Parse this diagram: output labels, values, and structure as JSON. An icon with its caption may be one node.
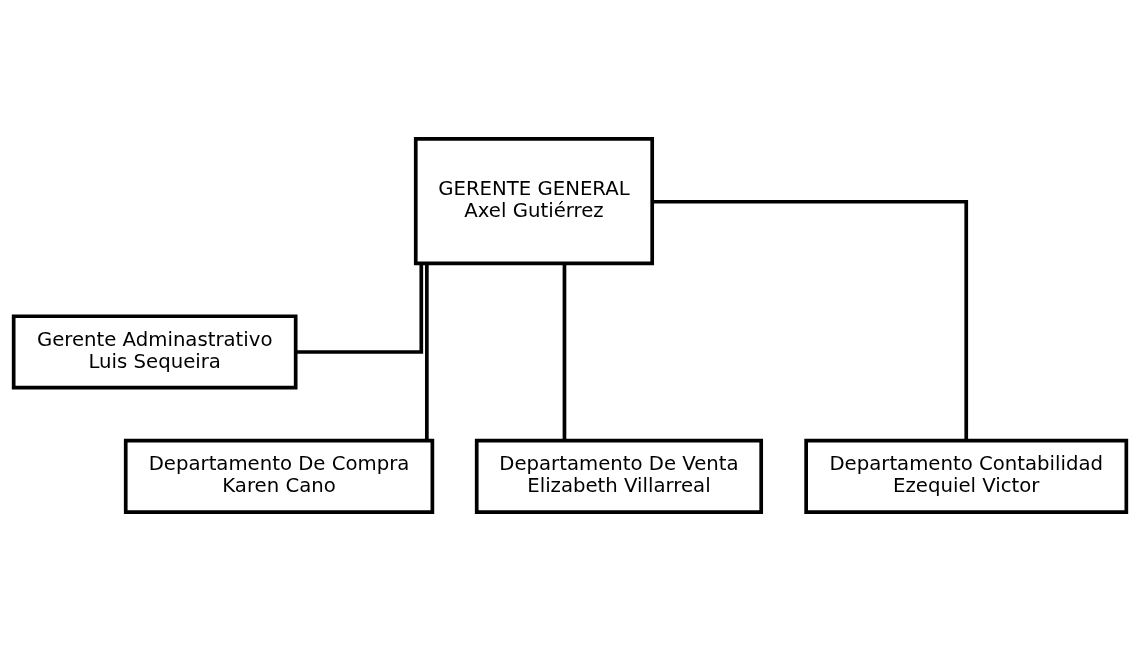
{
  "diagram": {
    "nodes": [
      {
        "text": [
          "GERENTE GENERAL",
          "Axel Gutiérrez"
        ]
      },
      {
        "text": [
          "Gerente Adminastrativo",
          "Luis Sequeira"
        ]
      },
      {
        "text": [
          "Departamento De Compra",
          "Karen Cano"
        ]
      },
      {
        "text": [
          "Departamento De Venta",
          "Elizabeth Villarreal"
        ]
      },
      {
        "text": [
          "Departamento Contabilidad",
          "Ezequiel Victor"
        ]
      }
    ],
    "edges": [
      {
        "from": 0,
        "to": 1,
        "arrow": "none"
      },
      {
        "from": 0,
        "to": 2,
        "arrow": "none"
      },
      {
        "from": 0,
        "to": 3,
        "arrow": "none"
      },
      {
        "from": 0,
        "to": 4,
        "arrow": "none"
      }
    ]
  }
}
